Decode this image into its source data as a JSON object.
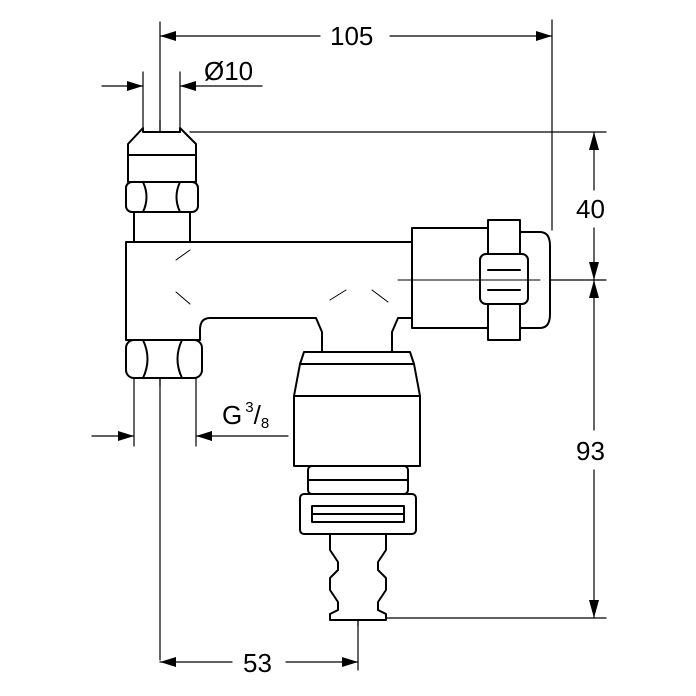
{
  "dimensions": {
    "overall_width": "105",
    "pipe_diameter": "Ø10",
    "height_upper": "40",
    "height_lower": "93",
    "outlet_offset": "53"
  },
  "thread": {
    "letter": "G",
    "numerator": "3",
    "slash": "/",
    "denominator": "8"
  },
  "colors": {
    "line": "#000000",
    "background": "#ffffff"
  }
}
